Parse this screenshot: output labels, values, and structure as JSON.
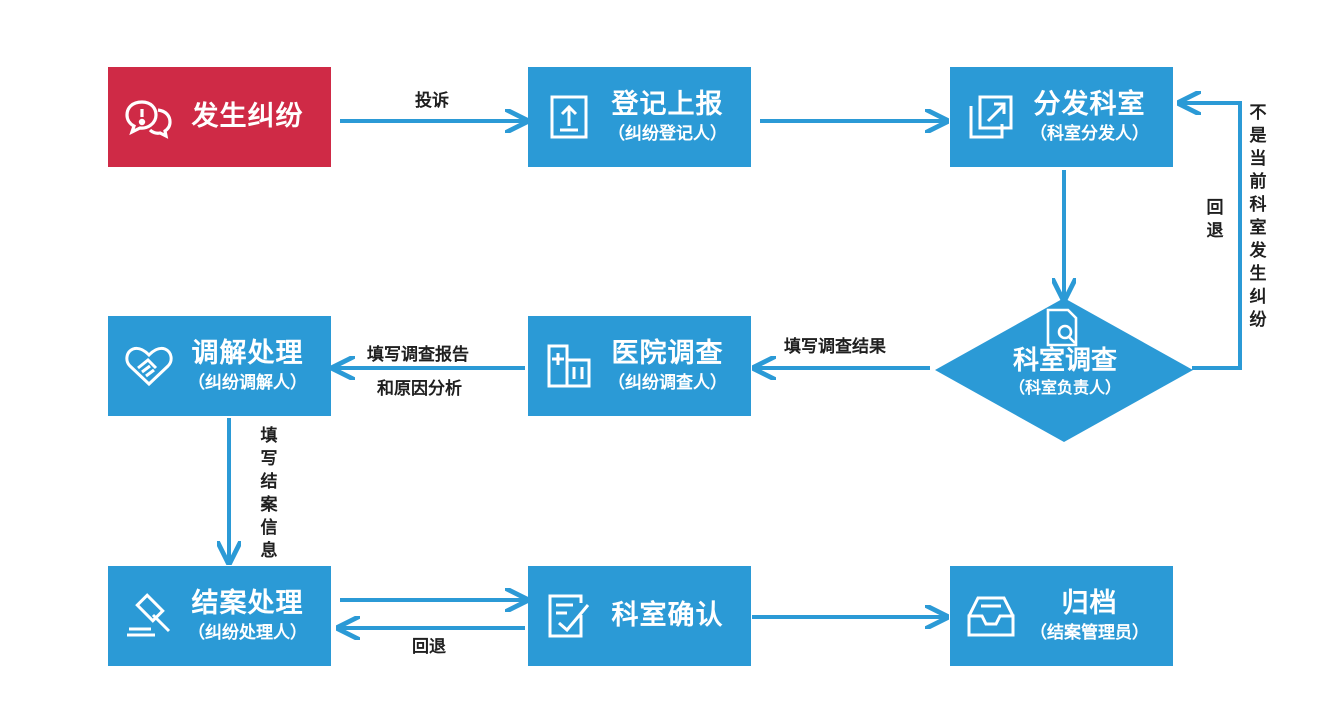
{
  "colors": {
    "box": "#2b9ad6",
    "start": "#cf2a46",
    "arrow": "#2b9ad6",
    "text": "#1f1f1f"
  },
  "nodes": {
    "start": {
      "title": "发生纠纷",
      "icon": "chat-alert-icon"
    },
    "register": {
      "title": "登记上报",
      "sub": "（纠纷登记人）",
      "icon": "upload-doc-icon"
    },
    "distribute": {
      "title": "分发科室",
      "sub": "（科室分发人）",
      "icon": "share-icon"
    },
    "dept_survey": {
      "title": "科室调查",
      "sub": "（科室负责人）",
      "icon": "doc-search-icon"
    },
    "hospital": {
      "title": "医院调查",
      "sub": "（纠纷调查人）",
      "icon": "hospital-icon"
    },
    "mediation": {
      "title": "调解处理",
      "sub": "（纠纷调解人）",
      "icon": "handshake-icon"
    },
    "closing": {
      "title": "结案处理",
      "sub": "（纠纷处理人）",
      "icon": "gavel-icon"
    },
    "confirm": {
      "title": "科室确认",
      "icon": "checklist-icon"
    },
    "archive": {
      "title": "归档",
      "sub": "（结案管理员）",
      "icon": "inbox-icon"
    }
  },
  "edges": {
    "complain": "投诉",
    "fill_result": "填写调查结果",
    "fill_report_1": "填写调查报告",
    "fill_report_2": "和原因分析",
    "fill_close": "填写结案信息",
    "return_bottom": "回退",
    "return_right": "回退",
    "not_dept": "不是当前科室发生纠纷"
  }
}
